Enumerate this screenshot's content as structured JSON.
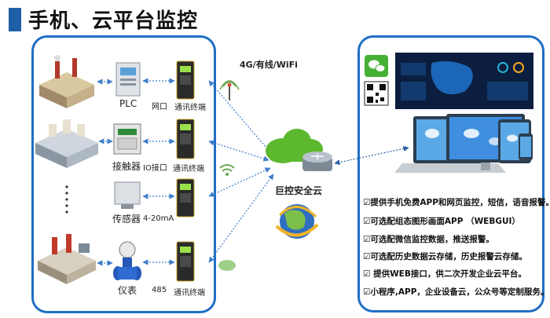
{
  "header": {
    "title": "手机、云平台监控"
  },
  "rows": [
    {
      "device_label": "PLC",
      "port_label": "网口",
      "terminal_label": "通讯终端"
    },
    {
      "device_label": "接触器",
      "port_label": "IO接口",
      "terminal_label": "通讯终端"
    },
    {
      "device_label": "传感器",
      "port_label": "4-20mA",
      "terminal_label": ""
    },
    {
      "device_label": "仪表",
      "port_label": "485",
      "terminal_label": "通讯终端"
    }
  ],
  "network": {
    "label": "4G/有线/WiFi",
    "cloud_label": "巨控安全云"
  },
  "features": [
    "☑提供手机免费APP和网页监控，短信，语音报警。",
    "☑可选配组态图形画面APP （WEBGUI）",
    "☑可选配微信监控数据，推送报警。",
    "☑可选配历史数据云存储，历史报警云存储。",
    "☑ 提供WEB接口，供二次开发企业云平台。",
    "☑小程序,APP，企业设备云，公众号等定制服务。"
  ],
  "colors": {
    "accent": "#1f6fc4",
    "title_bar": "#1f5fa8",
    "cloud": "#5cb82e",
    "terminal": "#2a2a2a",
    "led": "#9be04a"
  }
}
